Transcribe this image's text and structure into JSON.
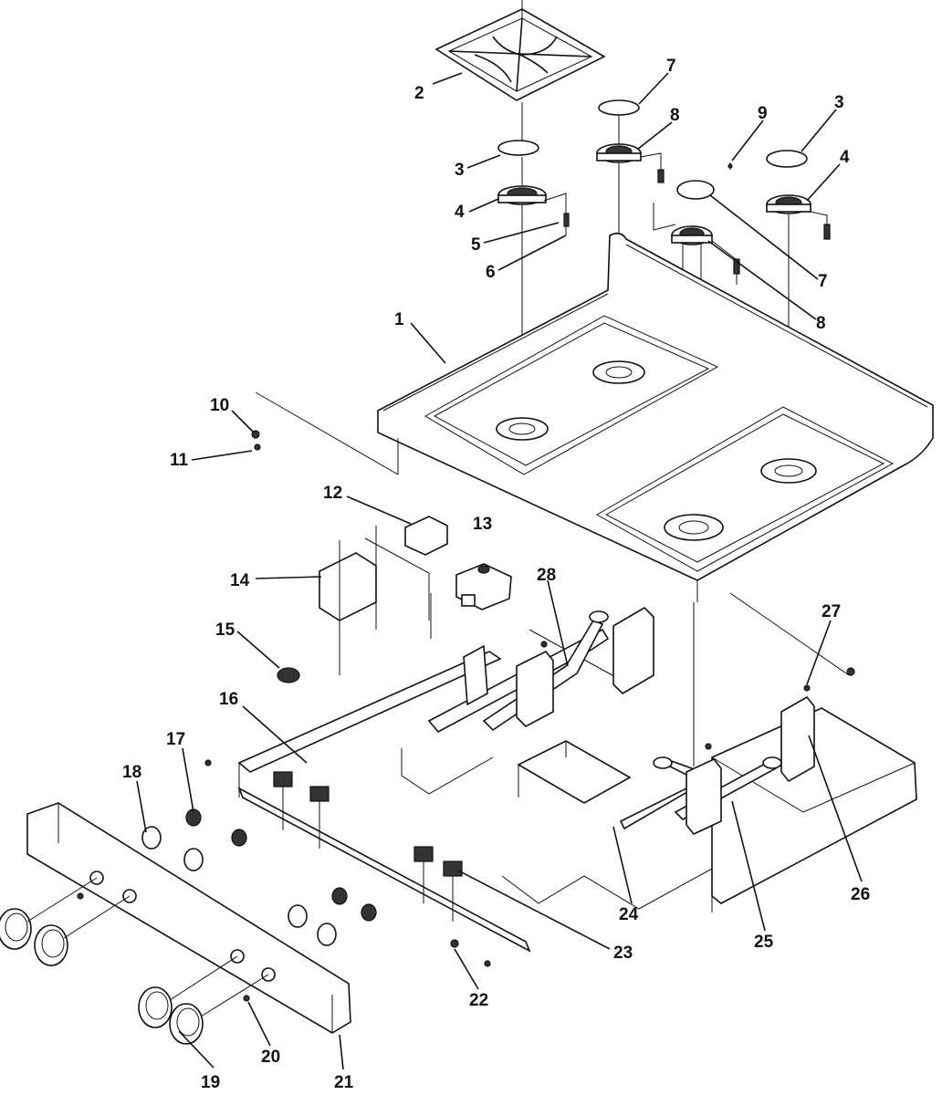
{
  "diagram": {
    "callouts": [
      {
        "id": "c1",
        "text": "1"
      },
      {
        "id": "c2",
        "text": "2"
      },
      {
        "id": "c3a",
        "text": "3"
      },
      {
        "id": "c3b",
        "text": "3"
      },
      {
        "id": "c4a",
        "text": "4"
      },
      {
        "id": "c4b",
        "text": "4"
      },
      {
        "id": "c5",
        "text": "5"
      },
      {
        "id": "c6",
        "text": "6"
      },
      {
        "id": "c7a",
        "text": "7"
      },
      {
        "id": "c7b",
        "text": "7"
      },
      {
        "id": "c8a",
        "text": "8"
      },
      {
        "id": "c8b",
        "text": "8"
      },
      {
        "id": "c9",
        "text": "9"
      },
      {
        "id": "c10",
        "text": "10"
      },
      {
        "id": "c11",
        "text": "11"
      },
      {
        "id": "c12",
        "text": "12"
      },
      {
        "id": "c13",
        "text": "13"
      },
      {
        "id": "c14",
        "text": "14"
      },
      {
        "id": "c15",
        "text": "15"
      },
      {
        "id": "c16",
        "text": "16"
      },
      {
        "id": "c17",
        "text": "17"
      },
      {
        "id": "c18",
        "text": "18"
      },
      {
        "id": "c19",
        "text": "19"
      },
      {
        "id": "c20",
        "text": "20"
      },
      {
        "id": "c21",
        "text": "21"
      },
      {
        "id": "c22",
        "text": "22"
      },
      {
        "id": "c23",
        "text": "23"
      },
      {
        "id": "c24",
        "text": "24"
      },
      {
        "id": "c25",
        "text": "25"
      },
      {
        "id": "c26",
        "text": "26"
      },
      {
        "id": "c27",
        "text": "27"
      },
      {
        "id": "c28",
        "text": "28"
      }
    ]
  }
}
